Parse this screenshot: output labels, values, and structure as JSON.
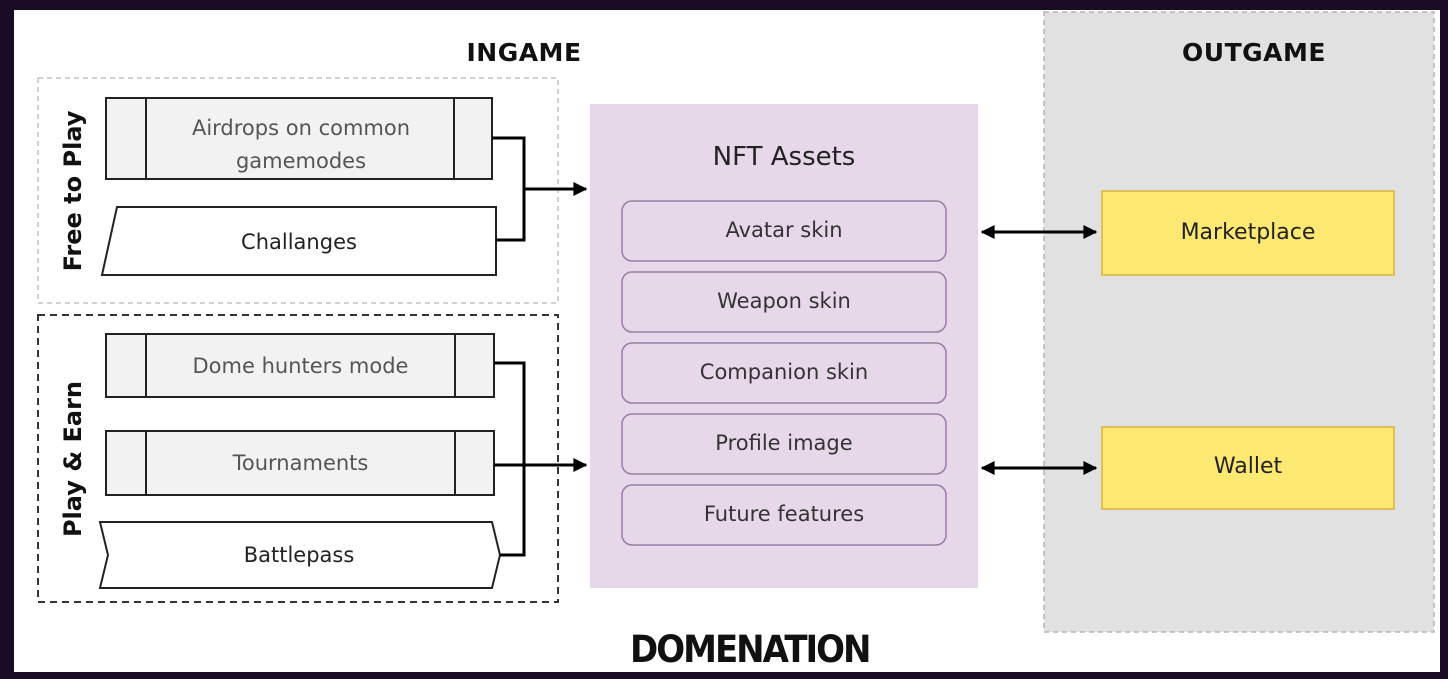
{
  "headings": {
    "ingame": "INGAME",
    "outgame": "OUTGAME"
  },
  "groups": {
    "free_to_play": {
      "label": "Free to Play",
      "items": [
        "Airdrops on common gamemodes",
        "Challanges"
      ]
    },
    "play_and_earn": {
      "label": "Play & Earn",
      "items": [
        "Dome hunters mode",
        "Tournaments",
        "Battlepass"
      ]
    }
  },
  "nft": {
    "title": "NFT Assets",
    "assets": [
      "Avatar skin",
      "Weapon skin",
      "Companion skin",
      "Profile image",
      "Future features"
    ]
  },
  "outgame_items": {
    "marketplace": "Marketplace",
    "wallet": "Wallet"
  },
  "logo": "DOMENATION",
  "colors": {
    "nft_panel": "#e6d8e8",
    "asset_border": "#9c7aa8",
    "outgame_panel": "#e1e1e1",
    "outgame_item": "#fde872",
    "outgame_item_border": "#d9b43c",
    "process_fill": "#f2f2f2",
    "frame": "#1a0b26"
  }
}
